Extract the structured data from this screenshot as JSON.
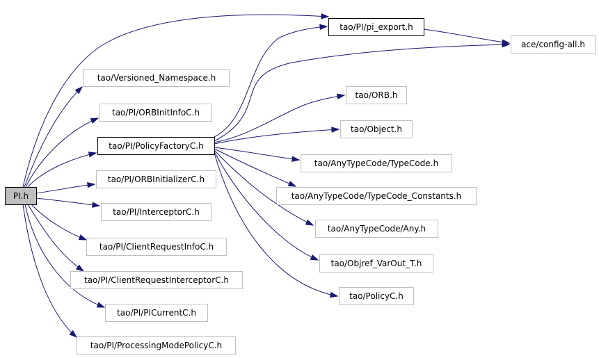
{
  "graph": {
    "nodes": [
      {
        "id": "pi_h",
        "label": "PI.h",
        "style": "root"
      },
      {
        "id": "pi_export",
        "label": "tao/PI/pi_export.h",
        "style": "linked"
      },
      {
        "id": "config_all",
        "label": "ace/config-all.h",
        "style": "plain"
      },
      {
        "id": "versioned_ns",
        "label": "tao/Versioned_Namespace.h",
        "style": "plain"
      },
      {
        "id": "orbinitinfo",
        "label": "tao/PI/ORBInitInfoC.h",
        "style": "plain"
      },
      {
        "id": "policyfactory",
        "label": "tao/PI/PolicyFactoryC.h",
        "style": "linked"
      },
      {
        "id": "orbinitializer",
        "label": "tao/PI/ORBInitializerC.h",
        "style": "plain"
      },
      {
        "id": "interceptor",
        "label": "tao/PI/InterceptorC.h",
        "style": "plain"
      },
      {
        "id": "clientreqinfo",
        "label": "tao/PI/ClientRequestInfoC.h",
        "style": "plain"
      },
      {
        "id": "clientreqinterceptor",
        "label": "tao/PI/ClientRequestInterceptorC.h",
        "style": "plain"
      },
      {
        "id": "picurrent",
        "label": "tao/PI/PICurrentC.h",
        "style": "plain"
      },
      {
        "id": "processingmode",
        "label": "tao/PI/ProcessingModePolicyC.h",
        "style": "plain"
      },
      {
        "id": "orb",
        "label": "tao/ORB.h",
        "style": "plain"
      },
      {
        "id": "object",
        "label": "tao/Object.h",
        "style": "plain"
      },
      {
        "id": "typecode",
        "label": "tao/AnyTypeCode/TypeCode.h",
        "style": "plain"
      },
      {
        "id": "typecode_constants",
        "label": "tao/AnyTypeCode/TypeCode_Constants.h",
        "style": "plain"
      },
      {
        "id": "any",
        "label": "tao/AnyTypeCode/Any.h",
        "style": "plain"
      },
      {
        "id": "objref_varout",
        "label": "tao/Objref_VarOut_T.h",
        "style": "plain"
      },
      {
        "id": "policyc",
        "label": "tao/PolicyC.h",
        "style": "plain"
      }
    ],
    "edges": [
      [
        "pi_h",
        "pi_export"
      ],
      [
        "pi_h",
        "versioned_ns"
      ],
      [
        "pi_h",
        "orbinitinfo"
      ],
      [
        "pi_h",
        "policyfactory"
      ],
      [
        "pi_h",
        "orbinitializer"
      ],
      [
        "pi_h",
        "interceptor"
      ],
      [
        "pi_h",
        "clientreqinfo"
      ],
      [
        "pi_h",
        "clientreqinterceptor"
      ],
      [
        "pi_h",
        "picurrent"
      ],
      [
        "pi_h",
        "processingmode"
      ],
      [
        "pi_export",
        "config_all"
      ],
      [
        "policyfactory",
        "pi_export"
      ],
      [
        "policyfactory",
        "config_all"
      ],
      [
        "policyfactory",
        "orb"
      ],
      [
        "policyfactory",
        "object"
      ],
      [
        "policyfactory",
        "typecode"
      ],
      [
        "policyfactory",
        "typecode_constants"
      ],
      [
        "policyfactory",
        "any"
      ],
      [
        "policyfactory",
        "objref_varout"
      ],
      [
        "policyfactory",
        "policyc"
      ]
    ],
    "colors": {
      "edge": "#191970",
      "root_fill": "#bfbfbf",
      "plain_border": "#bfbfbf",
      "linked_border": "#000000"
    }
  }
}
